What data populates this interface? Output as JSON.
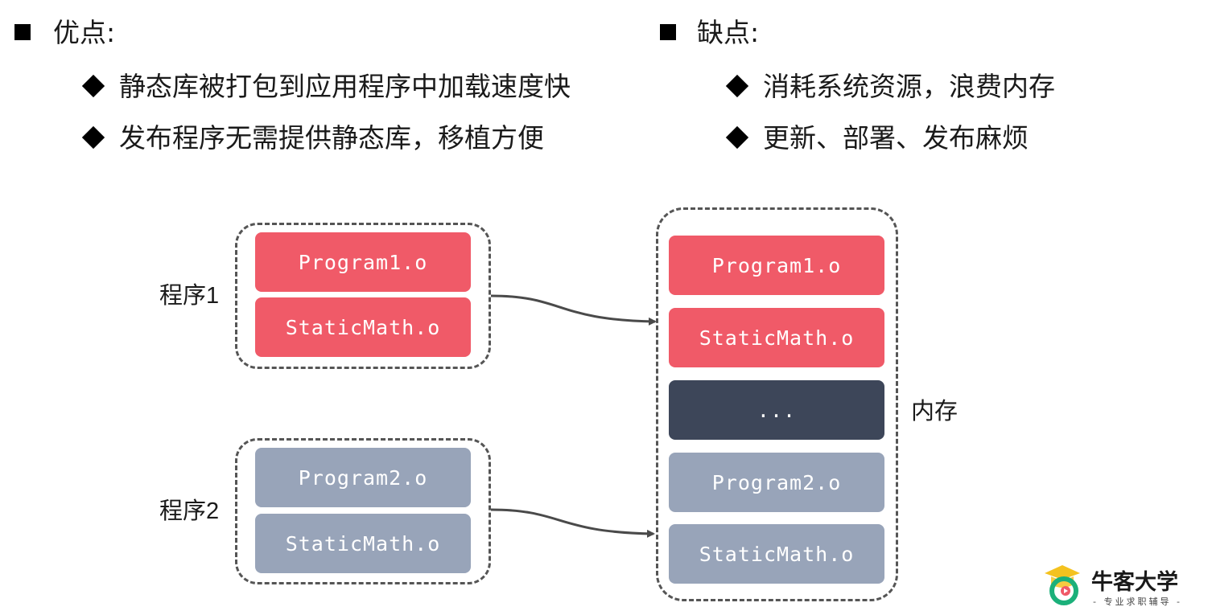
{
  "left": {
    "heading": "优点:",
    "bullets": [
      "静态库被打包到应用程序中加载速度快",
      "发布程序无需提供静态库，移植方便"
    ]
  },
  "right": {
    "heading": "缺点:",
    "bullets": [
      "消耗系统资源，浪费内存",
      "更新、部署、发布麻烦"
    ]
  },
  "program1": {
    "label": "程序1",
    "boxes": [
      "Program1.o",
      "StaticMath.o"
    ]
  },
  "program2": {
    "label": "程序2",
    "boxes": [
      "Program2.o",
      "StaticMath.o"
    ]
  },
  "memory": {
    "label": "内存",
    "boxes": [
      "Program1.o",
      "StaticMath.o",
      "...",
      "Program2.o",
      "StaticMath.o"
    ]
  },
  "colors": {
    "red": "#f05a68",
    "gray": "#98a4b9",
    "dark": "#3d4659",
    "logo_green": "#1bb07a",
    "logo_yellow": "#f4c21f"
  },
  "logo": {
    "name": "牛客大学",
    "tagline": "- 专业求职辅导 -",
    "icon": "nowcoder-logo-icon"
  }
}
